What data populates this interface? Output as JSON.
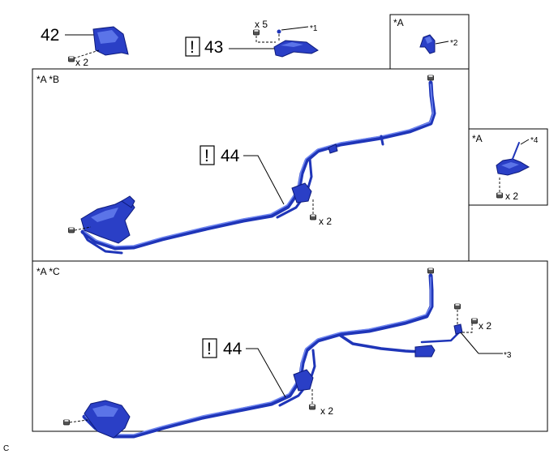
{
  "callouts": {
    "part42": "42",
    "part43": "43",
    "part44_upper": "44",
    "part44_lower": "44",
    "warn_mark": "!",
    "ref1": "*1",
    "ref2": "*2",
    "ref3": "*3",
    "ref4": "*4",
    "qty_x5": "x 5",
    "qty_42": "x 2",
    "qty_panelB": "x 2",
    "qty_small": "x 2",
    "qty_panelC_mid": "x 2",
    "qty_panelC_right": "x 2"
  },
  "panels": {
    "topRight": "*A",
    "B": "*A *B",
    "right": "*A",
    "C": "*A *C"
  },
  "footer": {
    "code": "C"
  }
}
